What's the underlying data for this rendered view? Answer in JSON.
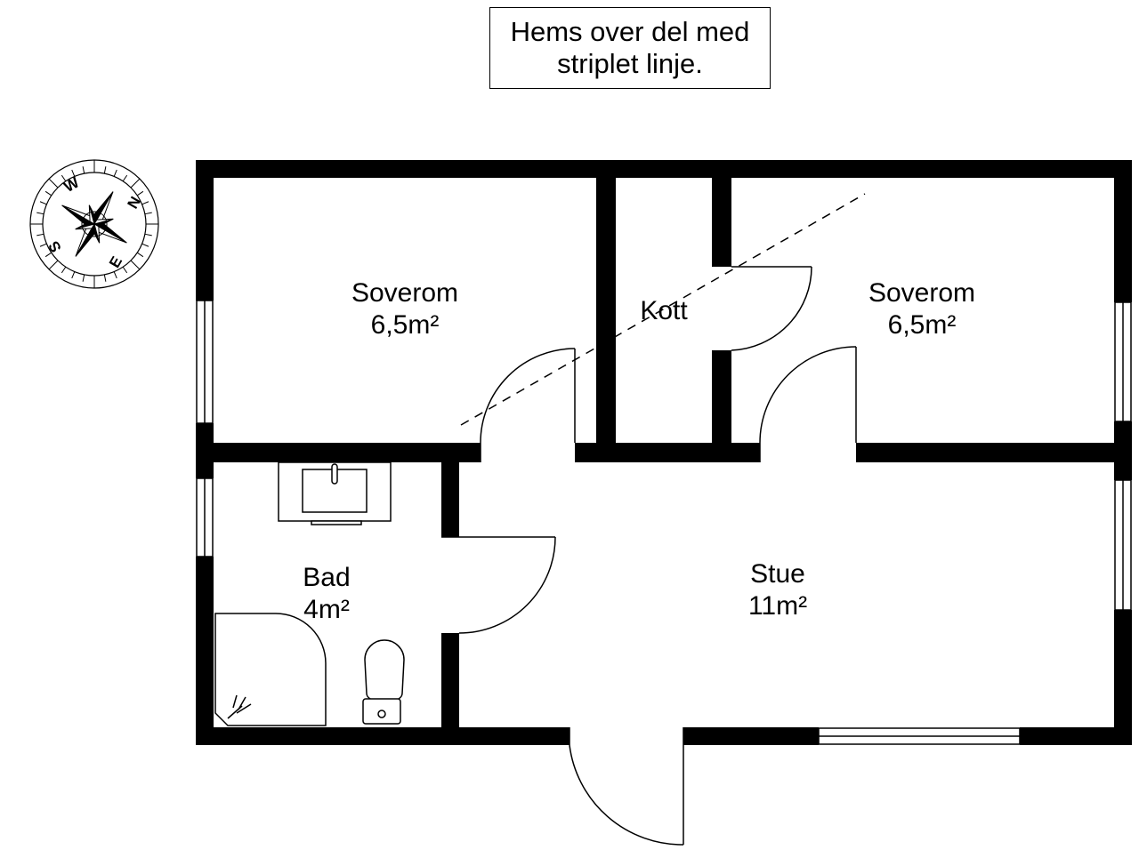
{
  "note": {
    "line1": "Hems over del med",
    "line2": "striplet linje."
  },
  "rooms": [
    {
      "name": "Soverom",
      "area": "6,5m²"
    },
    {
      "name": "Kott",
      "area": ""
    },
    {
      "name": "Soverom",
      "area": "6,5m²"
    },
    {
      "name": "Bad",
      "area": "4m²"
    },
    {
      "name": "Stue",
      "area": "11m²"
    }
  ],
  "compass": {
    "n": "N",
    "s": "S",
    "e": "E",
    "w": "W"
  },
  "colors": {
    "wall": "#000000",
    "background": "#ffffff"
  }
}
